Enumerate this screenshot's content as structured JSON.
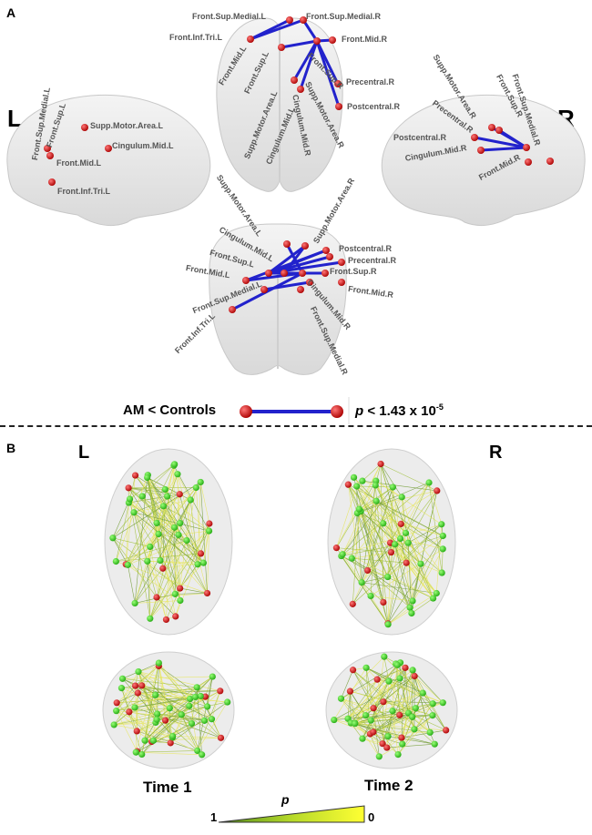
{
  "panels": {
    "a_letter": "A",
    "b_letter": "B"
  },
  "sides": {
    "left": "L",
    "right": "R"
  },
  "roi_labels": {
    "front_sup_medial_l_top": "Front.Sup.Medial.L",
    "front_sup_medial_r_top": "Front.Sup.Medial.R",
    "front_inf_tri_l_top": "Front.Inf.Tri.L",
    "front_mid_r_top": "Front.Mid.R",
    "front_mid_l_top": "Front.Mid.L",
    "front_sup_l_top": "Front.Sup.L",
    "front_sup_r_top": "Front.Sup.R",
    "precentral_r_top": "Precentral.R",
    "postcentral_r_top": "Postcentral.R",
    "supp_motor_area_l_top": "Supp.Motor.Area.L",
    "cingulum_mid_l_top": "Cingulum.Mid.L",
    "cingulum_mid_r_top": "Cingulum.Mid.R",
    "supp_motor_area_r_top": "Supp.Motor.Area.R",
    "left_front_sup_medial_l": "Front.Sup.Medial.L",
    "left_front_sup_l": "Front.Sup.L",
    "left_supp_motor_area_l": "Supp.Motor.Area.L",
    "left_cingulum_mid_l": "Cingulum.Mid.L",
    "left_front_mid_l": "Front.Mid.L",
    "left_front_inf_tri_l": "Front.Inf.Tri.L",
    "right_supp_motor_area_r": "Supp.Motor.Area.R",
    "right_precentral_r": "Precentral.R",
    "right_front_sup_r": "Front.Sup.R",
    "right_front_sup_medial_r": "Front.Sup.Medial.R",
    "right_postcentral_r": "Postcentral.R",
    "right_cingulum_mid_r": "Cingulum.Mid.R",
    "right_front_mid_r": "Front.Mid.R",
    "bottom_supp_motor_area_l": "Supp.Motor.Area.L",
    "bottom_supp_motor_area_r": "Supp.Motor.Area.R",
    "bottom_cingulum_mid_l": "Cingulum.Mid.L",
    "bottom_postcentral_r": "Postcentral.R",
    "bottom_precentral_r": "Precentral.R",
    "bottom_front_sup_l": "Front.Sup.L",
    "bottom_front_sup_r": "Front.Sup.R",
    "bottom_front_mid_l": "Front.Mid.L",
    "bottom_front_mid_r": "Front.Mid.R",
    "bottom_front_sup_medial_l": "Front.Sup.Medial.L",
    "bottom_cingulum_mid_r": "Cingulum.Mid.R",
    "bottom_front_inf_tri_l": "Front.Inf.Tri.L",
    "bottom_front_sup_medial_r": "Front.Sup.Medial.R"
  },
  "legend": {
    "group_label": "AM < Controls",
    "p_italic": "p",
    "p_threshold": " < 1.43 x 10",
    "p_exponent": "-5"
  },
  "panel_b": {
    "time1": "Time 1",
    "time2": "Time 2",
    "colorbar_title": "p",
    "colorbar_min": "1",
    "colorbar_max": "0"
  },
  "colors": {
    "node_red": "#cc1111",
    "node_green": "#33cc22",
    "edge_blue": "#2222cc",
    "brain_fill": "#e8e8e8",
    "colorbar_green": "#66aa22",
    "colorbar_yellow": "#ffff22"
  }
}
